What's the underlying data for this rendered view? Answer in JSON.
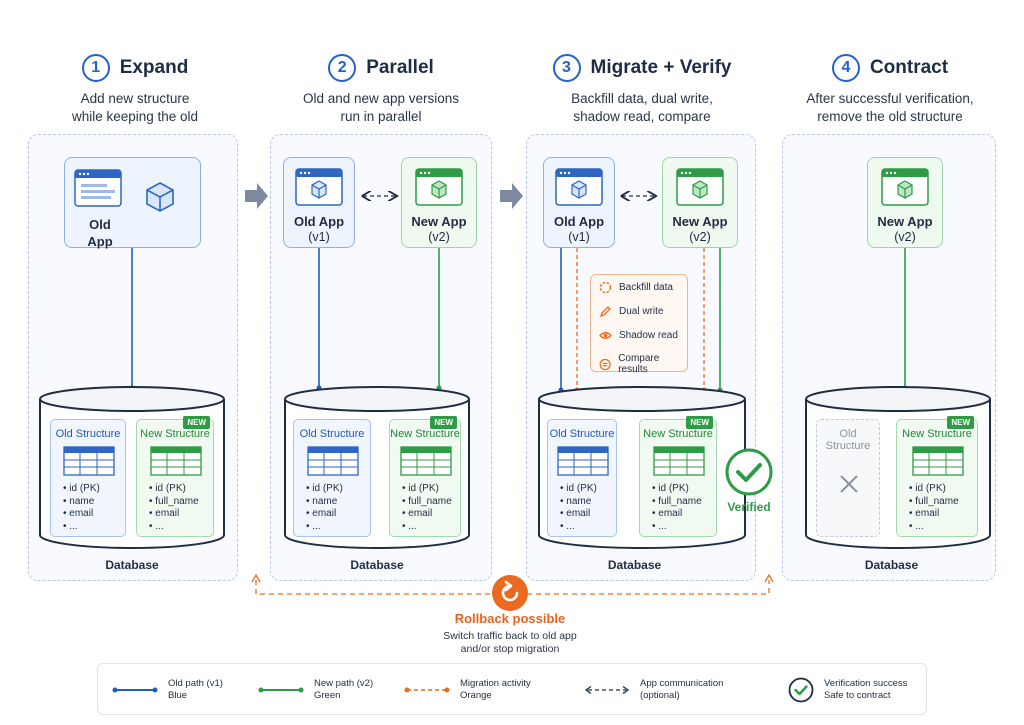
{
  "phases": [
    {
      "num": "1",
      "title": "Expand",
      "desc1": "Add new structure",
      "desc2": "while keeping the old"
    },
    {
      "num": "2",
      "title": "Parallel",
      "desc1": "Old and new app versions",
      "desc2": "run in parallel"
    },
    {
      "num": "3",
      "title": "Migrate + Verify",
      "desc1": "Backfill data, dual write,",
      "desc2": "shadow read, compare"
    },
    {
      "num": "4",
      "title": "Contract",
      "desc1": "After successful verification,",
      "desc2": "remove the old structure"
    }
  ],
  "apps": {
    "old_app": "Old App",
    "new_app": "New App",
    "v1": "(v1)",
    "v2": "(v2)"
  },
  "database_label": "Database",
  "structures": {
    "old": "Old Structure",
    "new": "New Structure",
    "new_badge": "NEW",
    "old_fields": [
      "• id (PK)",
      "• name",
      "• email",
      "• ..."
    ],
    "new_fields": [
      "• id (PK)",
      "• full_name",
      "• email",
      "• ..."
    ]
  },
  "activities": [
    "Backfill data",
    "Dual write",
    "Shadow read",
    "Compare results"
  ],
  "verified_label": "Verified",
  "rollback": {
    "title": "Rollback possible",
    "desc1": "Switch traffic back to old app",
    "desc2": "and/or stop migration"
  },
  "legend": [
    {
      "line1": "Old path (v1)",
      "line2": "Blue"
    },
    {
      "line1": "New path (v2)",
      "line2": "Green"
    },
    {
      "line1": "Migration activity",
      "line2": "Orange"
    },
    {
      "line1": "App communication",
      "line2": "(optional)"
    },
    {
      "line1": "Verification success",
      "line2": "Safe to contract"
    }
  ],
  "colors": {
    "blue": "#1f5fc4",
    "green": "#2e9c47",
    "orange": "#ea6a21",
    "navy": "#1f2d44"
  }
}
